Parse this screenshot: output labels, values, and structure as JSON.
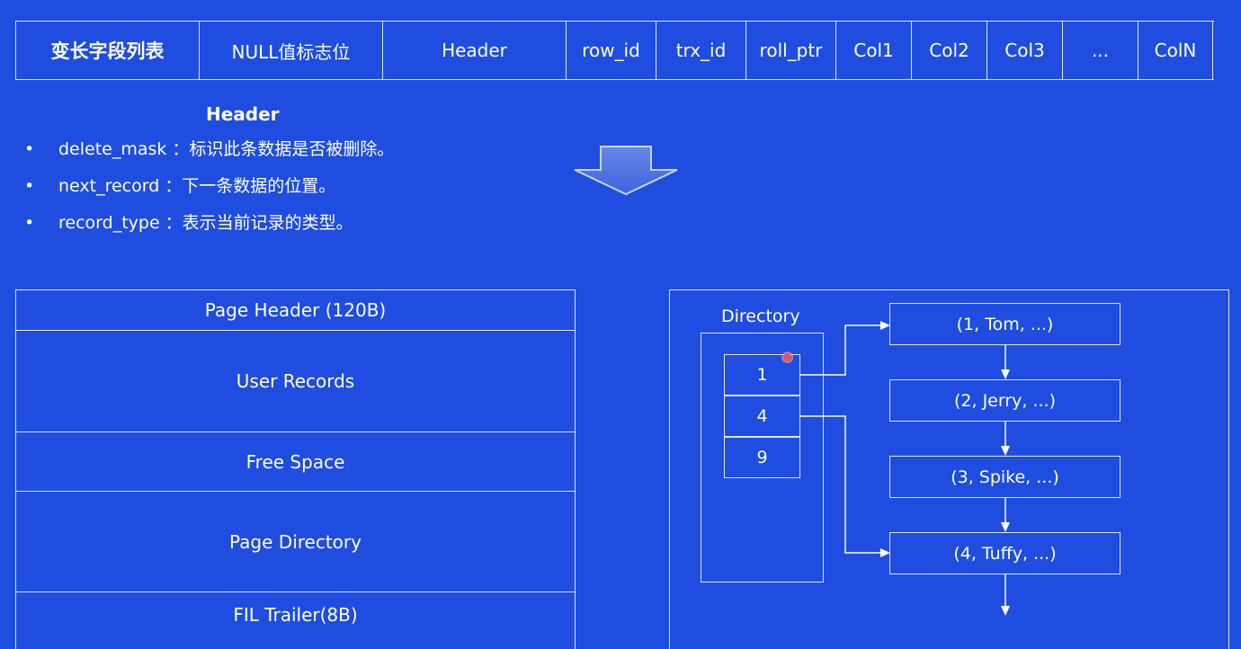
{
  "row_format": {
    "columns": [
      "变长字段列表",
      "NULL值标志位",
      "Header",
      "row_id",
      "trx_id",
      "roll_ptr",
      "Col1",
      "Col2",
      "Col3",
      "...",
      "ColN"
    ]
  },
  "header_info": {
    "title": "Header",
    "items": [
      {
        "name": "delete_mask",
        "desc": "：标识此条数据是否被删除。"
      },
      {
        "name": "next_record",
        "desc": "：下一条数据的位置。"
      },
      {
        "name": "record_type",
        "desc": "：表示当前记录的类型。"
      }
    ]
  },
  "page_structure": {
    "sections": [
      "Page Header (120B)",
      "User Records",
      "Free Space",
      "Page Directory",
      "FIL Trailer(8B)"
    ]
  },
  "directory": {
    "title": "Directory",
    "slots": [
      "1",
      "4",
      "9"
    ],
    "records": [
      "(1, Tom, ...)",
      "(2, Jerry, ...)",
      "(3, Spike, ...)",
      "(4, Tuffy, ...)"
    ]
  },
  "colors": {
    "background": "#1f4de0",
    "line": "#ffffff",
    "cursor": "#e05560"
  }
}
